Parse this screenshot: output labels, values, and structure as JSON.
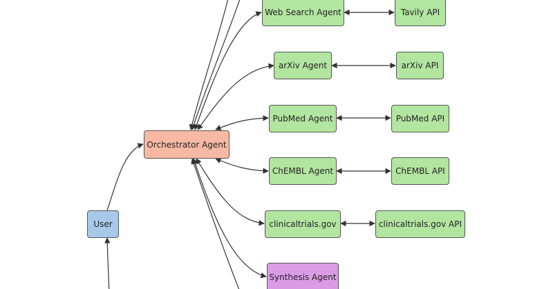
{
  "colors": {
    "agent": "#b2e5a0",
    "orchestrator": "#f7b9a3",
    "user": "#a8c8ea",
    "synthesis": "#dc9be6",
    "edge": "#333333"
  },
  "nodes": {
    "user": "User",
    "orchestrator": "Orchestrator Agent",
    "web_search_agent": "Web Search Agent",
    "tavily_api": "Tavily API",
    "arxiv_agent": "arXiv Agent",
    "arxiv_api": "arXiv API",
    "pubmed_agent": "PubMed Agent",
    "pubmed_api": "PubMed API",
    "chembl_agent": "ChEMBL Agent",
    "chembl_api": "ChEMBL API",
    "clinicaltrials_agent": "clinicaltrials.gov",
    "clinicaltrials_api": "clinicaltrials.gov API",
    "synthesis_agent": "Synthesis Agent"
  }
}
